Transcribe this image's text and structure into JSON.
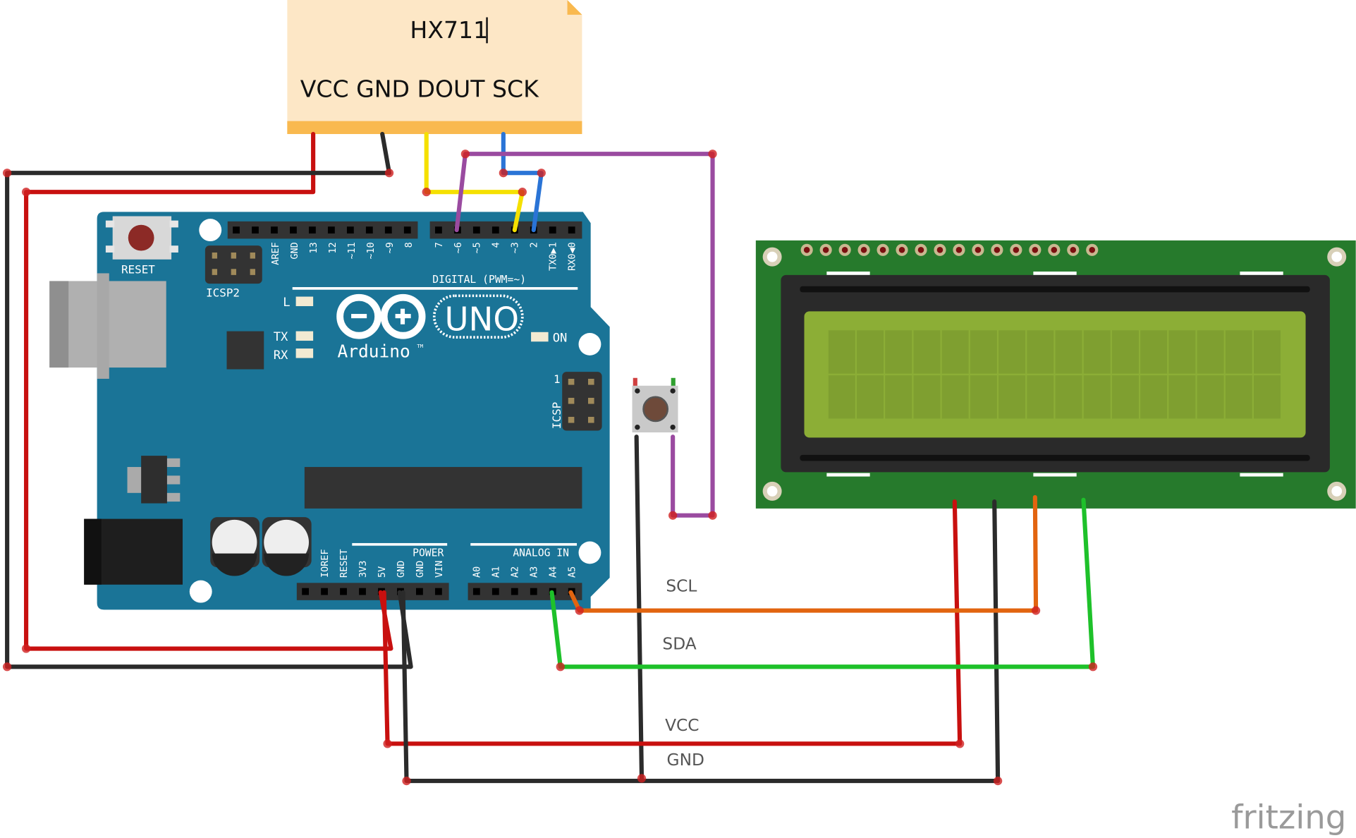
{
  "note": {
    "title": "HX711",
    "pins": "VCC GND DOUT SCK"
  },
  "arduino": {
    "reset_label": "RESET",
    "icsp2_label": "ICSP2",
    "icsp_label": "ICSP",
    "icsp_pin1": "1",
    "digital_label": "DIGITAL (PWM=~)",
    "led_l": "L",
    "led_tx": "TX",
    "led_rx": "RX",
    "led_on": "ON",
    "logo_text": "Arduino",
    "tm": "TM",
    "uno": "UNO",
    "power_label": "POWER",
    "analog_label": "ANALOG IN",
    "digital_pins_a": [
      "AREF",
      "GND",
      "13",
      "12",
      "~11",
      "~10",
      "~9",
      "8"
    ],
    "digital_pins_b": [
      "7",
      "~6",
      "~5",
      "4",
      "~3",
      "2",
      "TX0▶1",
      "RX0◀0"
    ],
    "power_pins": [
      "IOREF",
      "RESET",
      "3V3",
      "5V",
      "GND",
      "GND",
      "VIN"
    ],
    "analog_pins": [
      "A0",
      "A1",
      "A2",
      "A3",
      "A4",
      "A5"
    ]
  },
  "wire_labels": {
    "scl": "SCL",
    "sda": "SDA",
    "vcc": "VCC",
    "gnd": "GND"
  },
  "colors": {
    "board": "#1a7497",
    "lcd_board": "#267a2c",
    "lcd_screen": "#8cae36",
    "note": "#fde7c6",
    "note_strip": "#f9b94f",
    "red": "#c8100f",
    "black": "#2b2b2b",
    "yellow": "#f5e000",
    "blue": "#2a74d6",
    "purple": "#9a4ba0",
    "orange": "#e2640f",
    "green": "#1ec12a"
  },
  "lcd": {
    "pin_count": 16,
    "columns": 16,
    "rows": 2
  },
  "watermark": "fritzing"
}
